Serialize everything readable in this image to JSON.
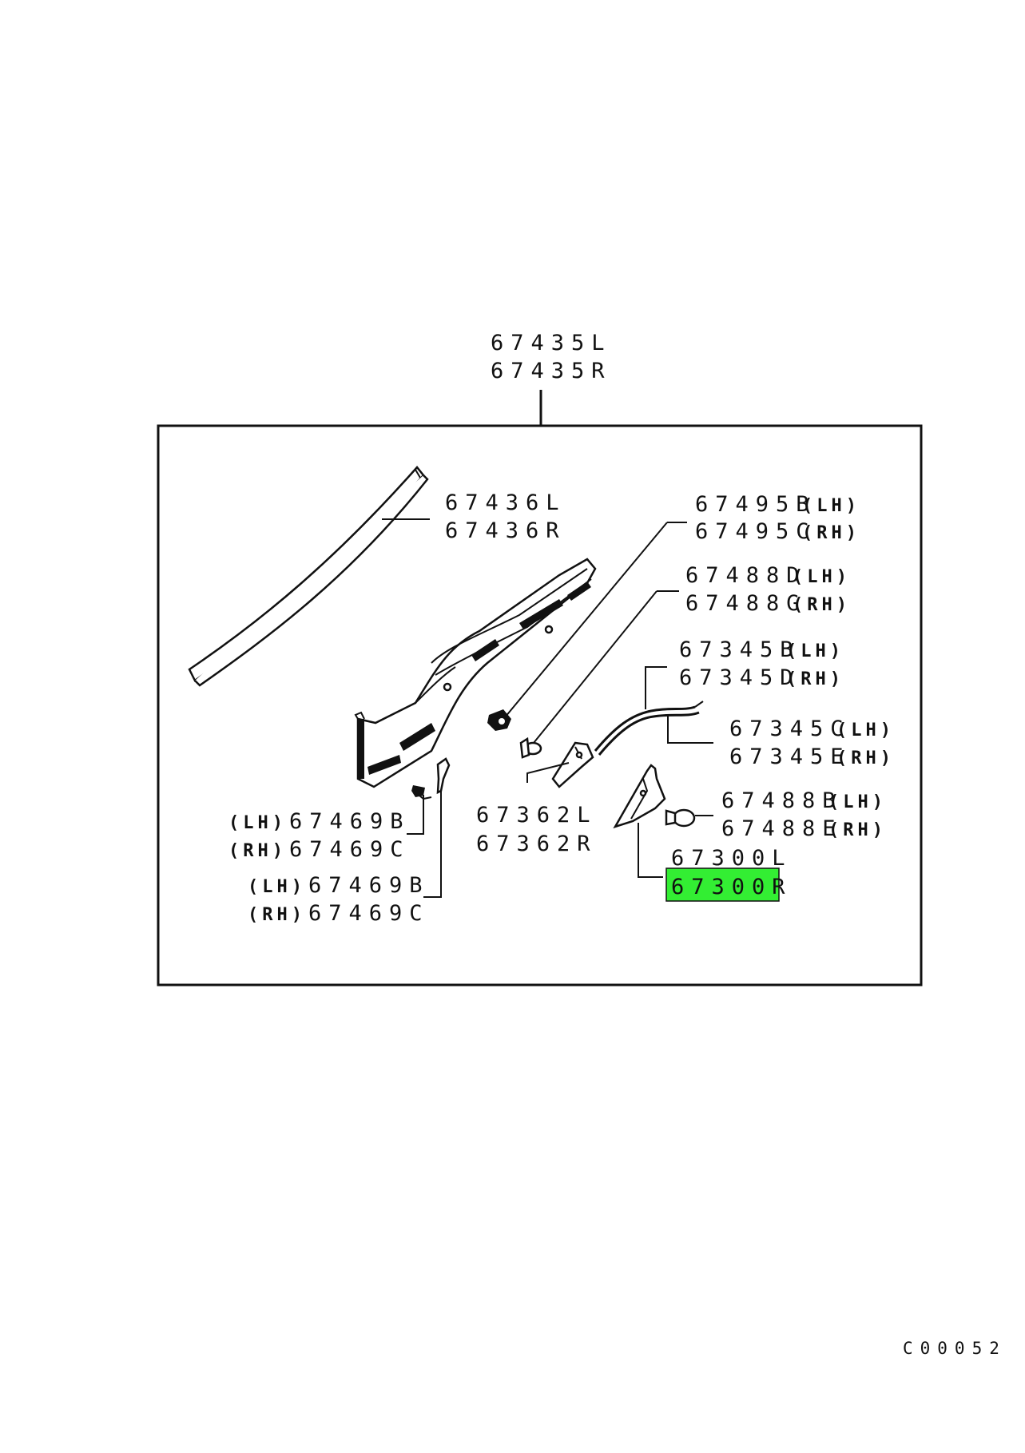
{
  "diagram": {
    "reference_code": "C00052",
    "highlight_color": "#33ee33",
    "callouts": {
      "top": {
        "line1": "67435L",
        "line2": "67435R"
      },
      "molding": {
        "line1": "67436L",
        "line2": "67436R"
      },
      "c67495": {
        "line1_code": "67495B",
        "line1_side": "(LH)",
        "line2_code": "67495C",
        "line2_side": "(RH)"
      },
      "c67488a": {
        "line1_code": "67488D",
        "line1_side": "(LH)",
        "line2_code": "67488G",
        "line2_side": "(RH)"
      },
      "c67345a": {
        "line1_code": "67345B",
        "line1_side": "(LH)",
        "line2_code": "67345D",
        "line2_side": "(RH)"
      },
      "c67345b": {
        "line1_code": "67345C",
        "line1_side": "(LH)",
        "line2_code": "67345E",
        "line2_side": "(RH)"
      },
      "c67488b": {
        "line1_code": "67488B",
        "line1_side": "(LH)",
        "line2_code": "67488E",
        "line2_side": "(RH)"
      },
      "c67362": {
        "line1": "67362L",
        "line2": "67362R"
      },
      "c67300": {
        "line1": "67300L",
        "line2": "67300R"
      },
      "c67469a": {
        "line1_side": "(LH)",
        "line1_code": "67469B",
        "line2_side": "(RH)",
        "line2_code": "67469C"
      },
      "c67469b": {
        "line1_side": "(LH)",
        "line1_code": "67469B",
        "line2_side": "(RH)",
        "line2_code": "67469C"
      }
    }
  }
}
